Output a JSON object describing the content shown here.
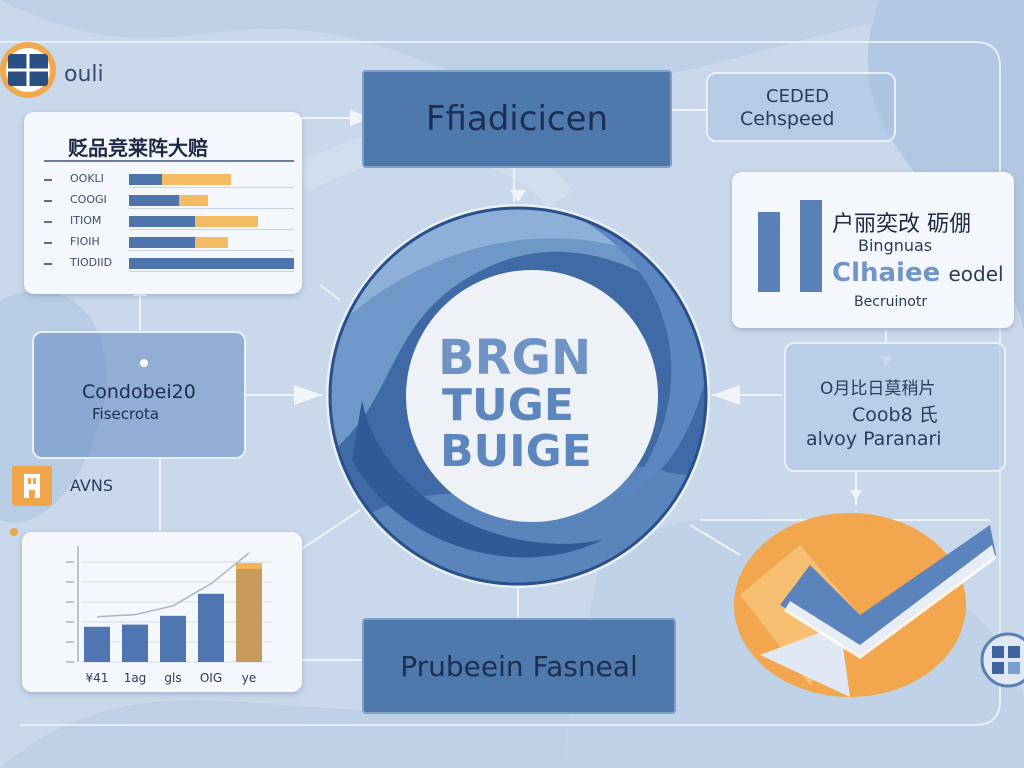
{
  "header": {
    "logo_text": "ouli"
  },
  "center_hub": {
    "line1": "BRGN",
    "line2": "TUGE",
    "line3": "BUIGE"
  },
  "top_box": {
    "label": "Ffiadicicen"
  },
  "top_right_box": {
    "line1": "CEDED",
    "line2": "Cehspeed"
  },
  "bottom_box": {
    "label": "Prubeein Fasneal"
  },
  "left_panel": {
    "line1": "Condobei20",
    "line2": "Fisecrota"
  },
  "right_mid_panel": {
    "line1": "Ο月比日莫稍片",
    "line2": "Coob8 氏",
    "line3": "alvoy Paranari"
  },
  "right_card": {
    "line1": "户丽奕改 砺倗",
    "line2": "Bingnuas",
    "line3": "Clhaiee",
    "line3b": "eodel",
    "line4": "Becruinotr"
  },
  "bar_card": {
    "title": "贬品竞莱阵大赔",
    "rows": [
      {
        "label": "OOKLI",
        "dark": 0.2,
        "orange": 0.62
      },
      {
        "label": "COOGI",
        "dark": 0.3,
        "orange": 0.48
      },
      {
        "label": "ITIOM",
        "dark": 0.4,
        "orange": 0.78
      },
      {
        "label": "FIOIH",
        "dark": 0.4,
        "orange": 0.6
      },
      {
        "label": "TIODIID",
        "dark": 1.0,
        "orange": 0.0
      }
    ],
    "colors": {
      "dark": "#4f74ab",
      "orange": "#f3bc63"
    }
  },
  "aside_label": {
    "text": "AVNS"
  },
  "column_card": {
    "tick_labels": [
      "¥41",
      "1ag",
      "gls",
      "OIG",
      "ye"
    ],
    "values": [
      0.32,
      0.34,
      0.42,
      0.62,
      0.9
    ],
    "colors": {
      "bar": "#4f76b0",
      "accent": "#c69b5b"
    }
  }
}
